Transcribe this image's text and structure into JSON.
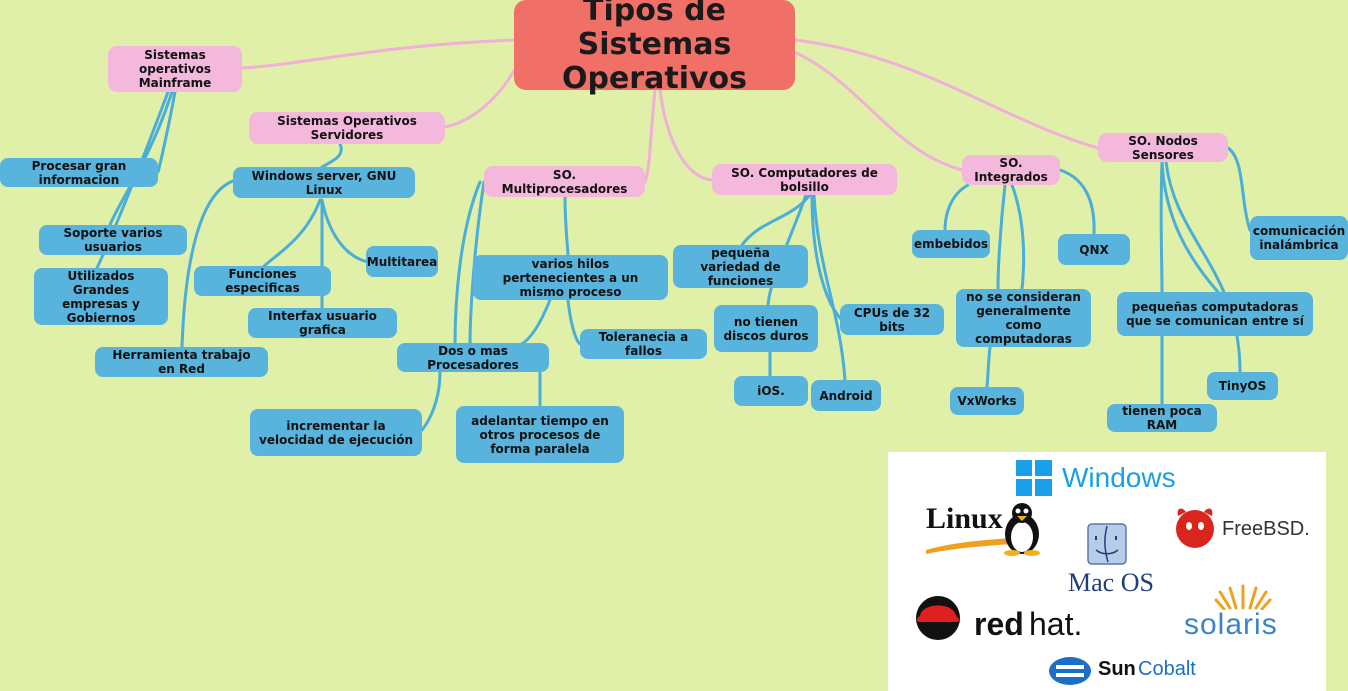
{
  "title": "Tipos de Sistemas Operativos",
  "categories": {
    "mainframe": "Sistemas operativos Mainframe",
    "servidores": "Sistemas Operativos Servidores",
    "multiprocesadores": "SO. Multiprocesadores",
    "bolsillo": "SO. Computadores de bolsillo",
    "integrados": "SO. Integrados",
    "sensores": "SO. Nodos Sensores"
  },
  "mainframe_items": {
    "procesar": "Procesar gran informacion",
    "soporte": "Soporte varios usuarios",
    "utilizados": "Utilizados Grandes empresas y Gobiernos"
  },
  "servidores_items": {
    "windows_linux": "Windows server, GNU Linux",
    "multitarea": "Multitarea",
    "funciones": "Funciones especificas",
    "interfax": "Interfax usuario grafica",
    "herramienta": "Herramienta trabajo en Red"
  },
  "multi_items": {
    "hilos": "varios hilos pertenecientes a un mismo proceso",
    "tolerancia": "Toleranecia a fallos",
    "procesadores": "Dos o mas Procesadores",
    "velocidad": "incrementar la velocidad de ejecución",
    "adelantar": "adelantar tiempo en otros procesos de forma paralela"
  },
  "bolsillo_items": {
    "variedad": "pequeña variedad de funciones",
    "discos": "no tienen discos duros",
    "cpus": "CPUs de 32 bits",
    "ios": "iOS.",
    "android": "Android"
  },
  "integrados_items": {
    "embebidos": "embebidos",
    "qnx": "QNX",
    "no_computadoras": "no se consideran generalmente como computadoras",
    "vxworks": "VxWorks"
  },
  "sensores_items": {
    "inalambrica": "comunicación inalámbrica",
    "pequenas": "pequeñas computadoras que se comunican entre sí",
    "tinyos": "TinyOS",
    "ram": "tienen poca RAM"
  },
  "logos": {
    "windows": "Windows",
    "linux": "Linux",
    "freebsd": "FreeBSD.",
    "macos": "Mac OS",
    "redhat_bold": "red",
    "redhat_light": "hat.",
    "solaris": "solaris",
    "sun": "Sun",
    "cobalt": "Cobalt"
  },
  "colors": {
    "background": "#e0f0a8",
    "central": "#f07068",
    "category": "#f4b8dc",
    "item": "#58b4dc",
    "pink_line": "#f0b0d8",
    "blue_line": "#4aaed8"
  }
}
